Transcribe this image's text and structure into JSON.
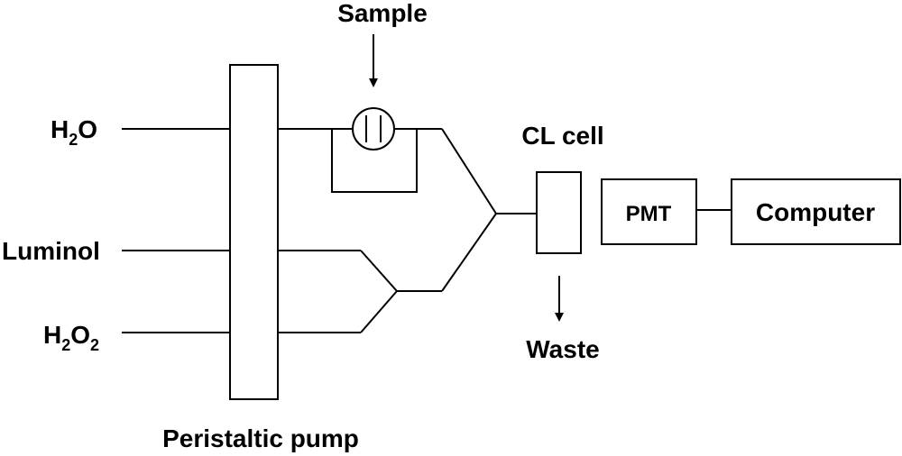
{
  "diagram": {
    "labels": {
      "sample": "Sample",
      "h2o": {
        "base": "H",
        "sub": "2",
        "tail": "O"
      },
      "luminol": "Luminol",
      "h2o2": {
        "base": "H",
        "sub1": "2",
        "mid": "O",
        "sub2": "2"
      },
      "cl_cell": "CL cell",
      "pmt": "PMT",
      "computer": "Computer",
      "waste": "Waste",
      "pump": "Peristaltic pump"
    },
    "colors": {
      "stroke": "#000000",
      "background": "#ffffff"
    }
  }
}
